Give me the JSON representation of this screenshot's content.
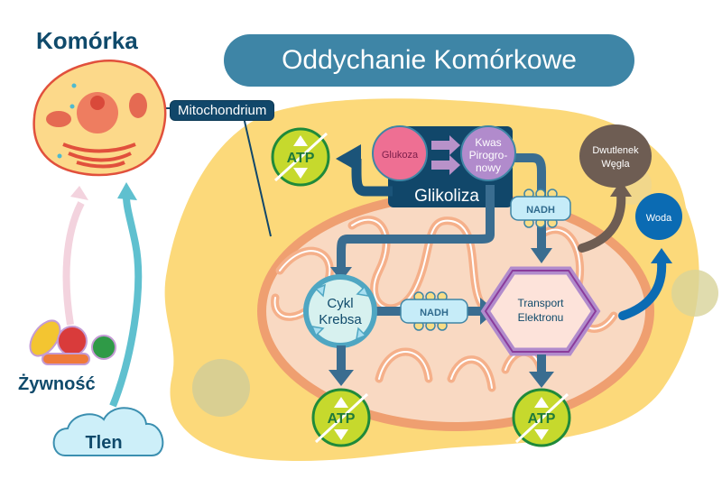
{
  "title": "Oddychanie Komórkowe",
  "cell": {
    "label": "Komórka",
    "pointer_label": "Mitochondrium"
  },
  "inputs": {
    "food": "Żywność",
    "oxygen": "Tlen"
  },
  "glycolysis": {
    "label": "Glikoliza",
    "input": "Glukoza",
    "output_lines": [
      "Kwas",
      "Pirogro-",
      "nowy"
    ]
  },
  "carriers": {
    "nadh_top": "NADH",
    "nadh_middle": "NADH"
  },
  "krebs": {
    "lines": [
      "Cykl",
      "Krebsa"
    ]
  },
  "electron_transport": {
    "lines": [
      "Transport",
      "Elektronu"
    ]
  },
  "products": {
    "co2_lines": [
      "Dwutlenek",
      "Węgla"
    ],
    "water": "Woda",
    "atp": [
      "ATP",
      "ATP",
      "ATP"
    ]
  },
  "colors": {
    "title_bg": "#3e85a6",
    "dark_navy": "#11476a",
    "arrow_blue": "#2f6a8d",
    "glucose_pink": "#ee6f93",
    "pyruvate_purple": "#b18bcc",
    "co2_brown": "#6e5d53",
    "water_blue": "#0b6bb3",
    "atp_green": "#c6d92d",
    "atp_text": "#1f7a3a",
    "hex_purple": "#8b3c9b",
    "krebs_teal": "#4fa6c2",
    "nadh_fill": "#c6ecf8"
  }
}
